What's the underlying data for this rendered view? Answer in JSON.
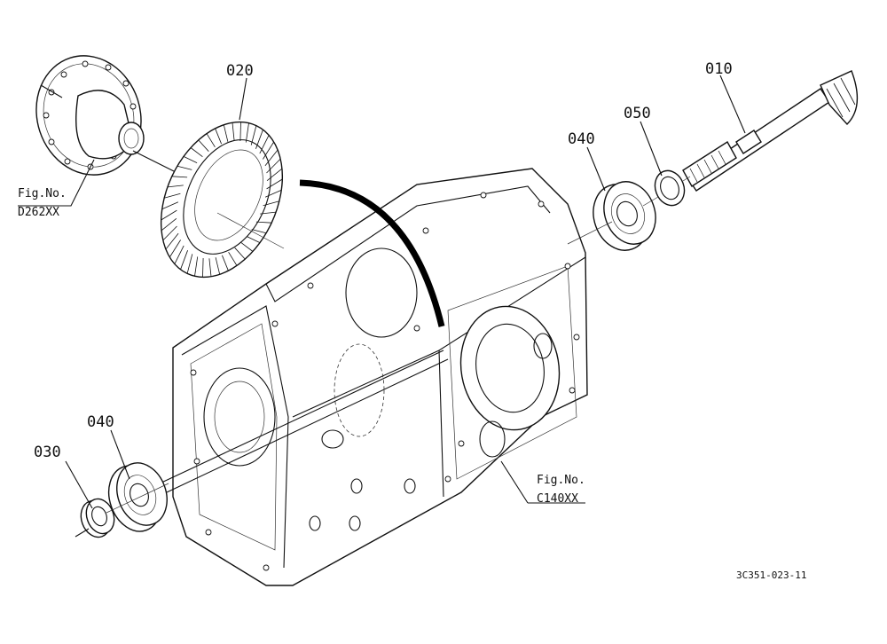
{
  "parts": [
    {
      "id": "p010",
      "ref": "010"
    },
    {
      "id": "p020",
      "ref": "020"
    },
    {
      "id": "p030",
      "ref": "030"
    },
    {
      "id": "p040a",
      "ref": "040"
    },
    {
      "id": "p040b",
      "ref": "040"
    },
    {
      "id": "p050",
      "ref": "050"
    }
  ],
  "figure_refs": {
    "differential": {
      "prefix": "Fig.No.",
      "code": "D262XX"
    },
    "case": {
      "prefix": "Fig.No.",
      "code": "C140XX"
    }
  },
  "drawing_code": "3C351-023-11"
}
